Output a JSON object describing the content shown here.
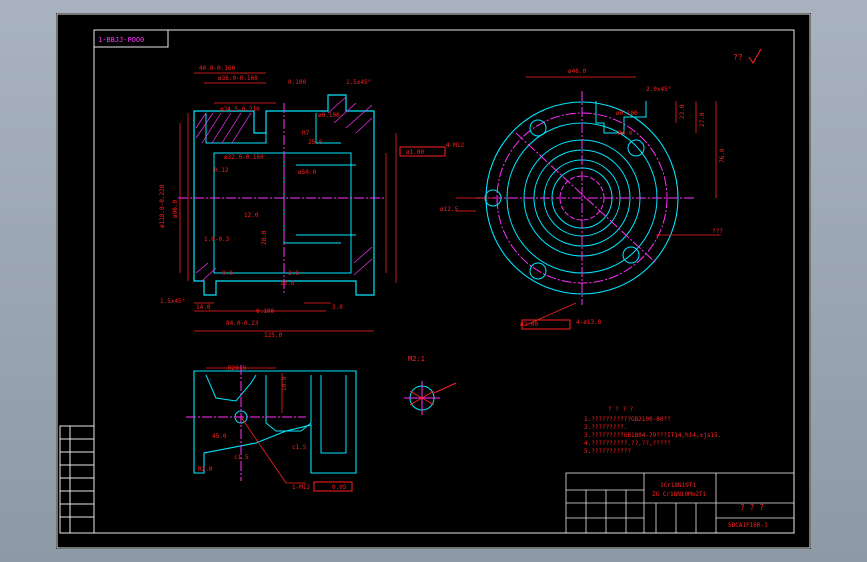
{
  "app": {
    "background": "#94a0ad",
    "canvas_bg": "#000000"
  },
  "colors": {
    "frame": "#e8e8e8",
    "red": "#ff2020",
    "cyan": "#00e5ff",
    "magenta": "#ff30ff",
    "white": "#ffffff",
    "yellow": "#ffff55"
  },
  "drawing": {
    "id_box": "1-BBJJ-POO0",
    "roughness_mark": "?? ",
    "section_label": "M2:1",
    "top_view": {
      "dims": [
        "40.0-0.160",
        "ø36.0-0.160",
        "0.100",
        "1.5x45°",
        "ø24.5-0.210",
        "ø0.100",
        "R7",
        "25.0",
        "ø32.0-0.160",
        "0.12",
        "ø50.0",
        "ø118.0-0.220",
        "ø96.0",
        "1.0-0.3",
        "12.0",
        "28.0",
        "9.0",
        "13.0",
        "2.0",
        "14.0",
        "0.100",
        "3.0",
        "84.0-0.23",
        "125.0",
        "1.5x45°"
      ]
    },
    "circle_view": {
      "dims": [
        "ø46.0",
        "2.0x45°",
        "ø0.100",
        "ø1.00",
        "4-M12",
        "ø12.5",
        "ø2.00",
        "4-ø13.0",
        "76.0",
        "27.0",
        "23.0",
        "R4.0",
        "???"
      ]
    },
    "bottom_view": {
      "dims": [
        "R20.0",
        "10.0",
        "45.0",
        "R2.0",
        "c1.5",
        "c1.5",
        "1-M12",
        "0.05"
      ]
    },
    "notes": {
      "title": "? ? ? ?",
      "lines": [
        "1.???????????GB2100-80??",
        "2.?????????.",
        "3.?????????GB1804-79???IT14,h14,±js15.",
        "4.??????????.??,??,?????",
        "5.???????????"
      ]
    },
    "title_block": {
      "material": "ZG Cr18Ni9Mo2Ti",
      "material_sub": "1Cr18Ni9Ti",
      "name": "? ? ?",
      "code": "SDCA1F16R-1"
    }
  }
}
